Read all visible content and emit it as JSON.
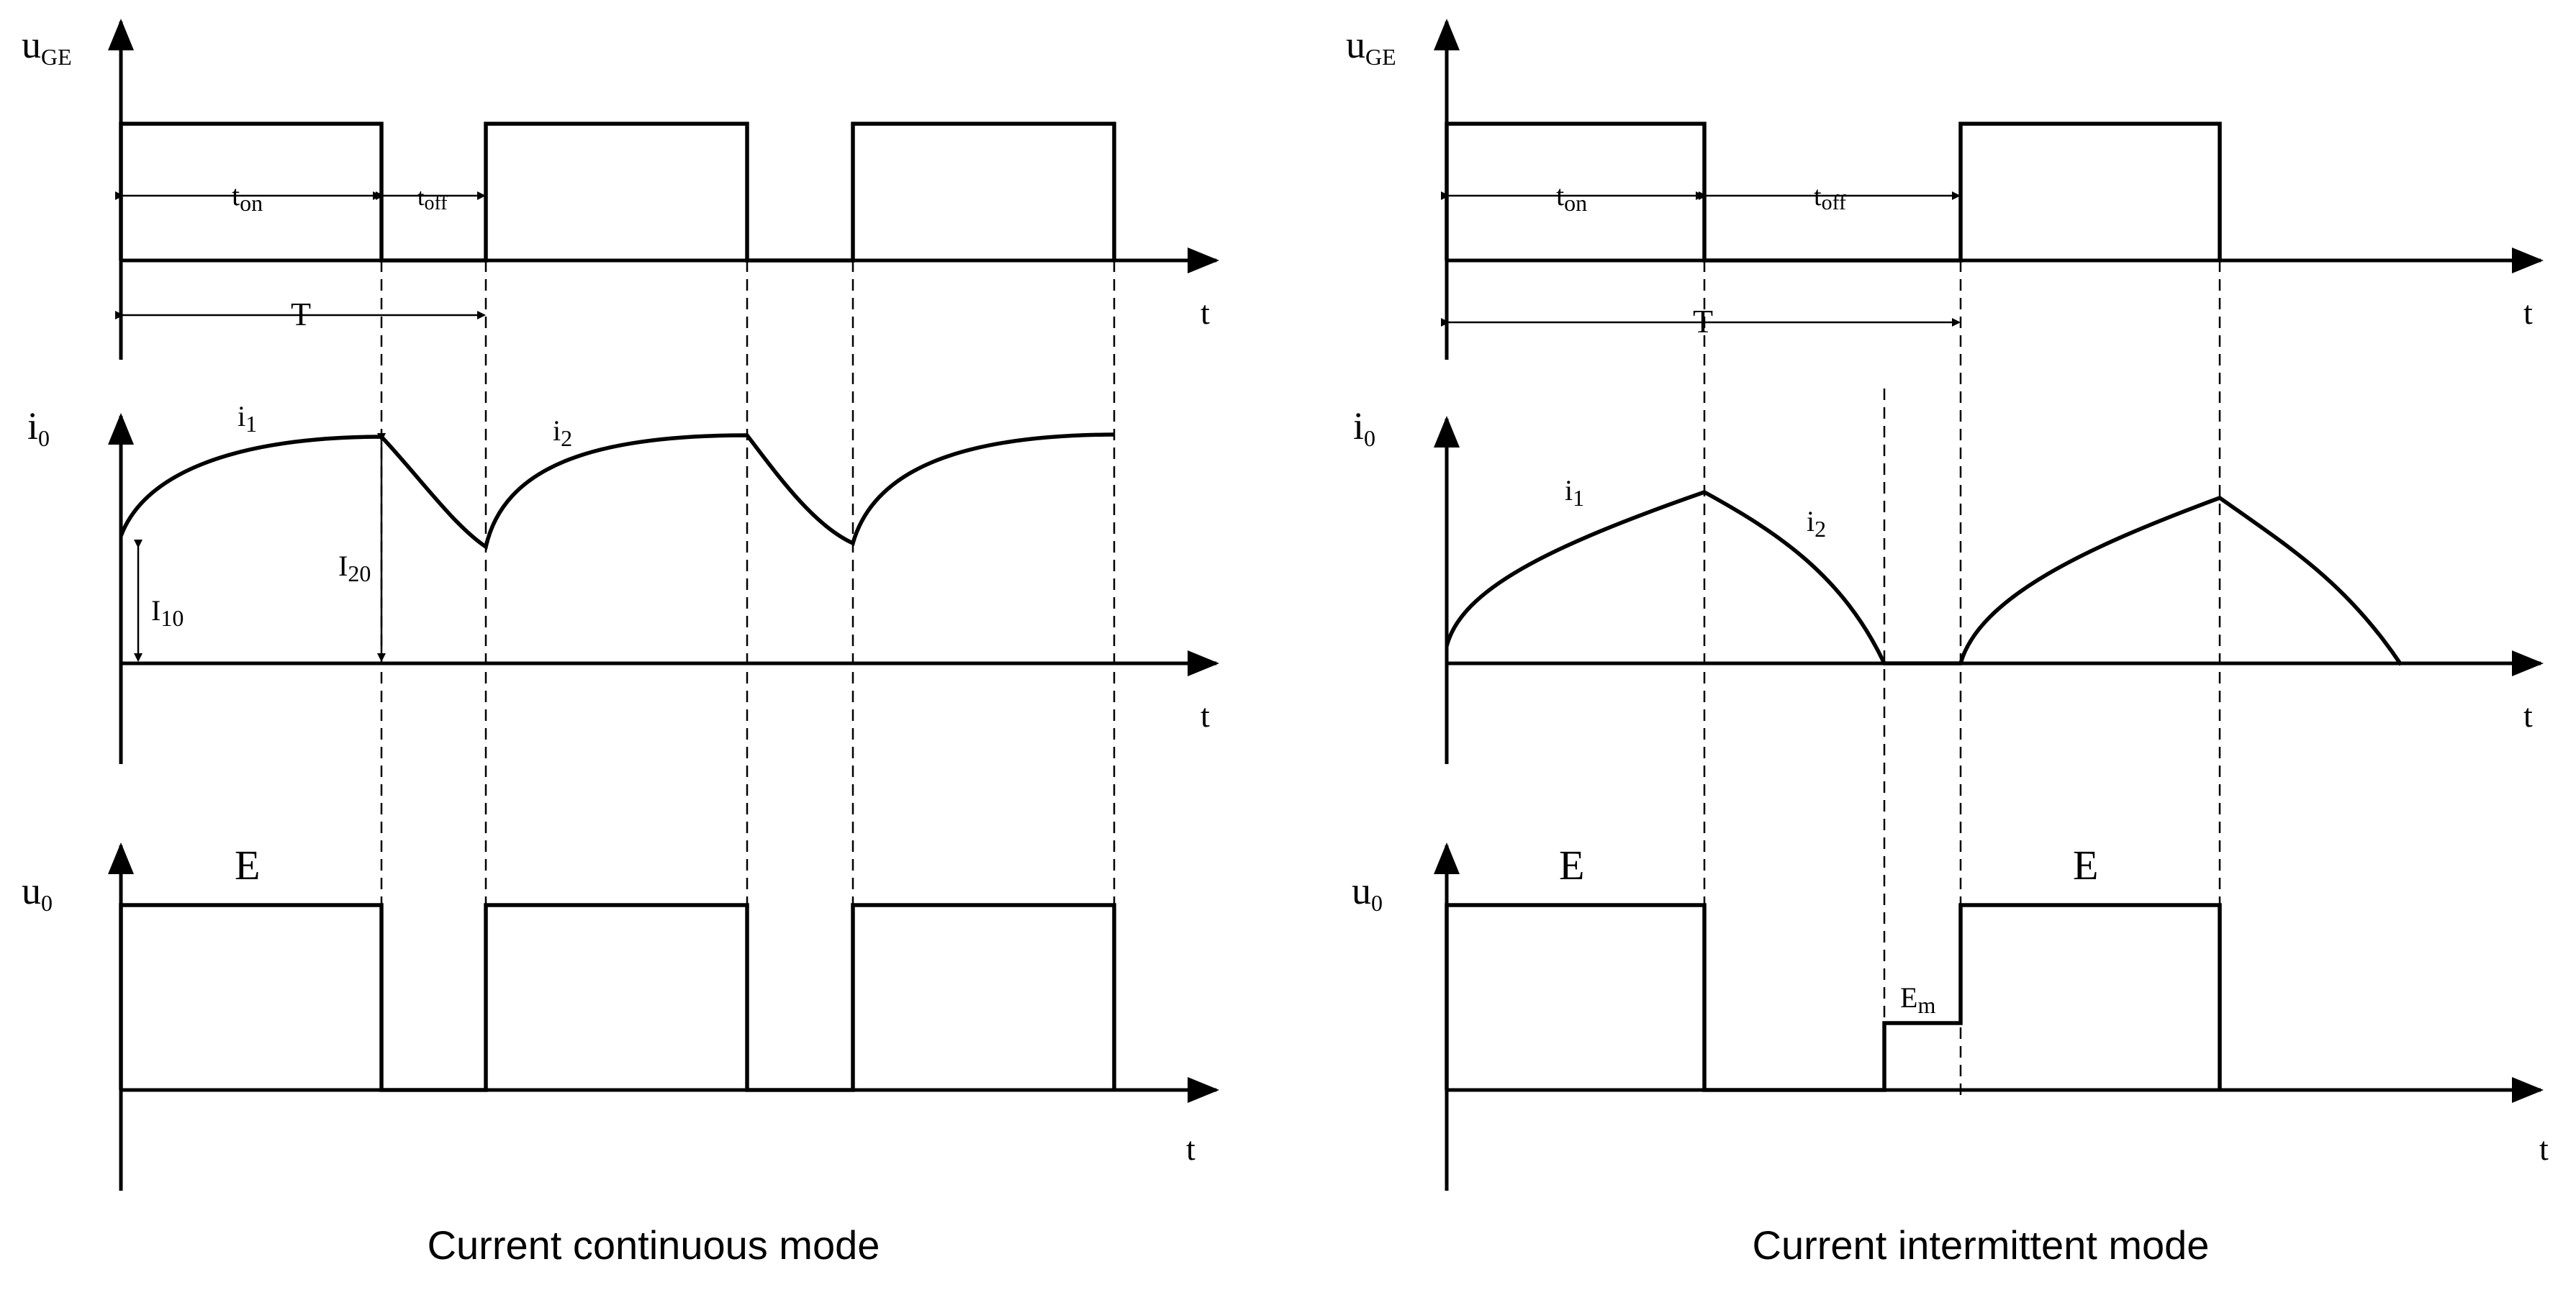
{
  "left": {
    "caption": "Current continuous mode",
    "y_labels": {
      "u_ge": "u",
      "u_ge_sub": "GE",
      "i0": "i",
      "i0_sub": "0",
      "u0": "u",
      "u0_sub": "0"
    },
    "x_label": "t",
    "t_on": "t",
    "t_on_sub": "on",
    "t_off": "t",
    "t_off_sub": "off",
    "period": "T",
    "i1": "i",
    "i1_sub": "1",
    "i2": "i",
    "i2_sub": "2",
    "I10": "I",
    "I10_sub": "10",
    "I20": "I",
    "I20_sub": "20",
    "E": "E"
  },
  "right": {
    "caption": "Current intermittent mode",
    "y_labels": {
      "u_ge": "u",
      "u_ge_sub": "GE",
      "i0": "i",
      "i0_sub": "0",
      "u0": "u",
      "u0_sub": "0"
    },
    "x_label": "t",
    "t_on": "t",
    "t_on_sub": "on",
    "t_off": "t",
    "t_off_sub": "off",
    "period": "T",
    "i1": "i",
    "i1_sub": "1",
    "i2": "i",
    "i2_sub": "2",
    "E1": "E",
    "E2": "E",
    "Em": "E",
    "Em_sub": "m"
  }
}
